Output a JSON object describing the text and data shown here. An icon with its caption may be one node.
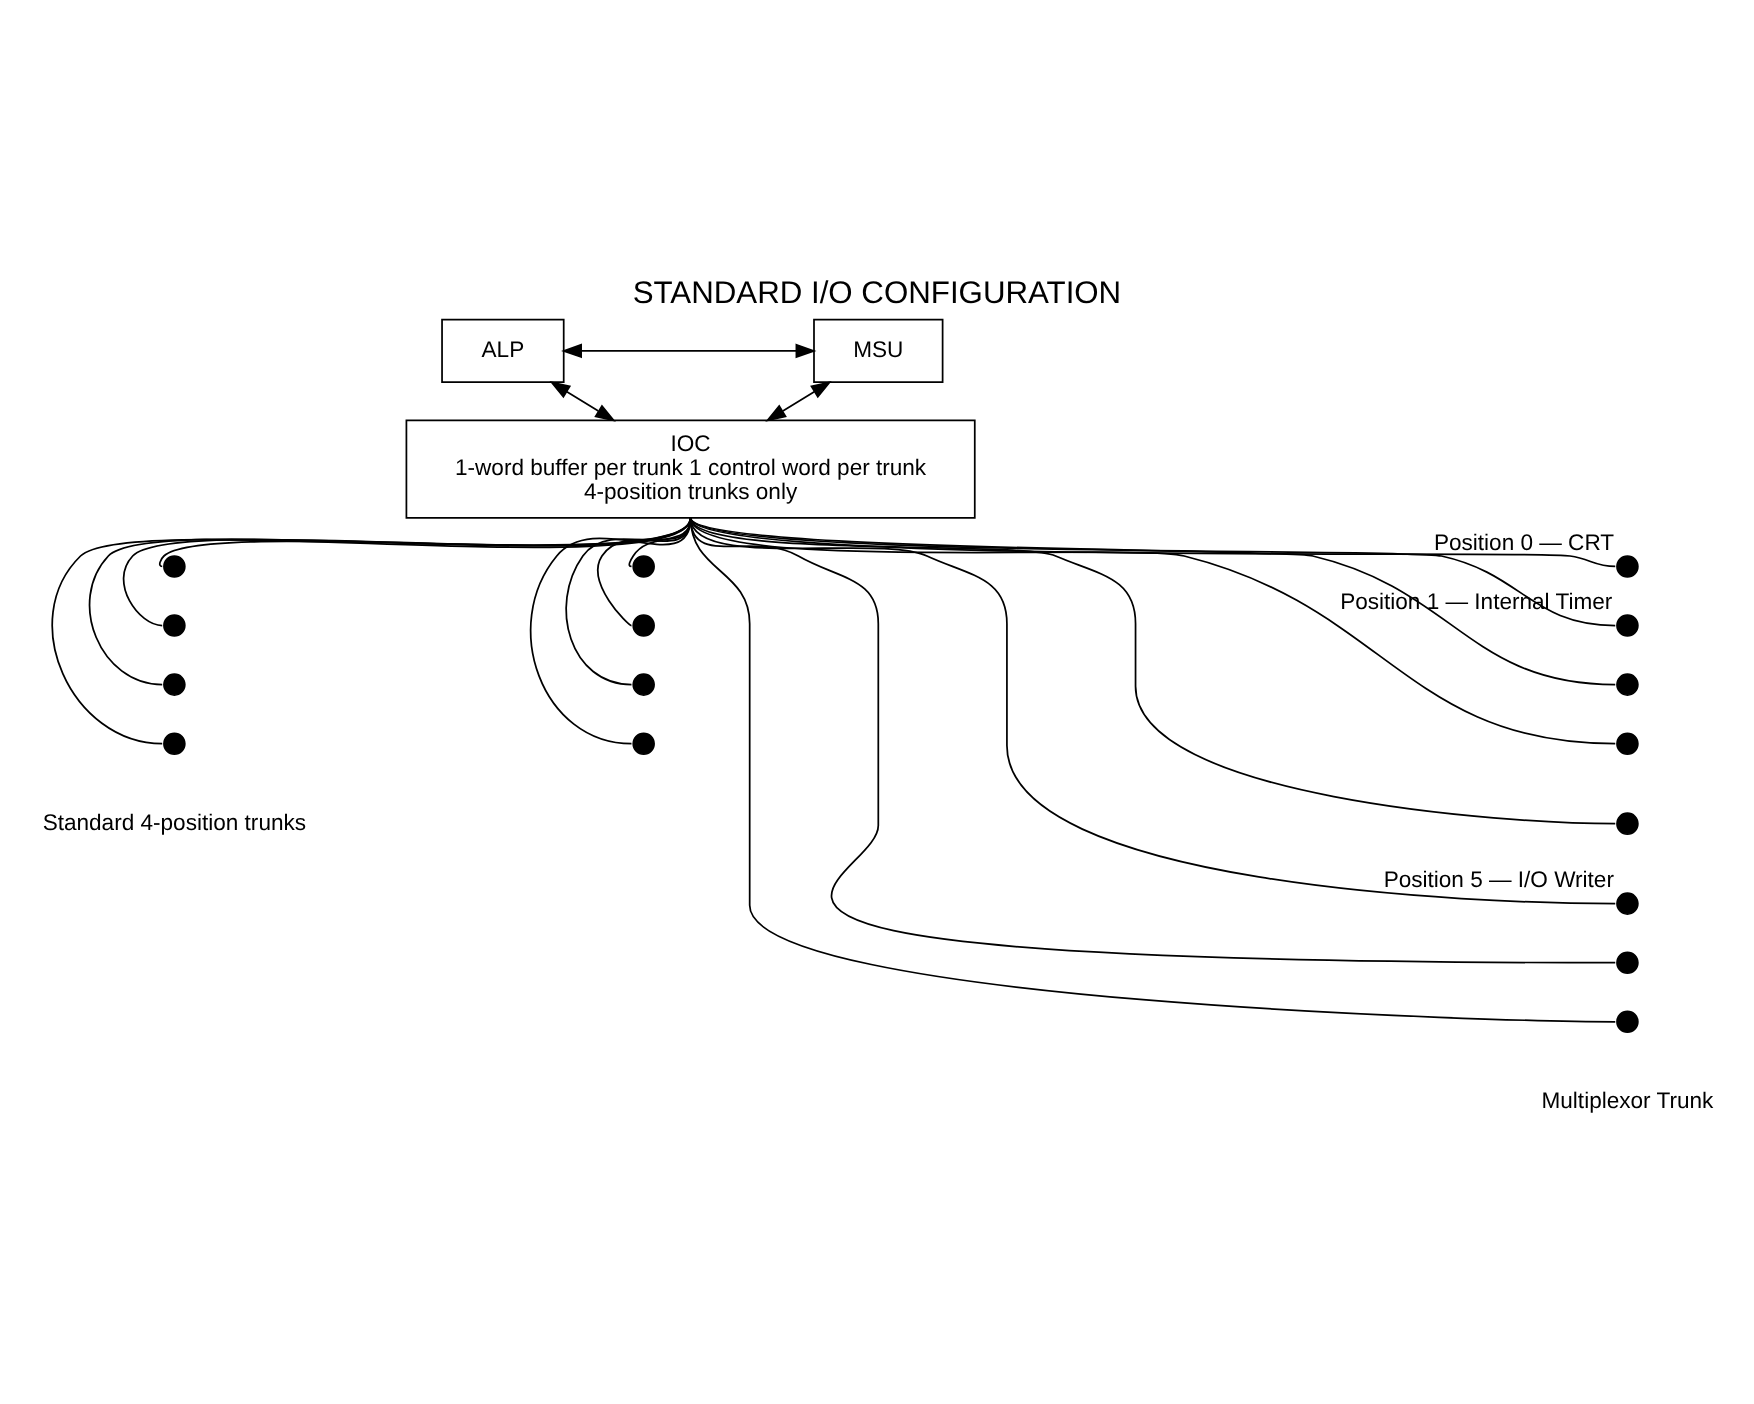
{
  "diagram": {
    "title": "STANDARD I/O CONFIGURATION",
    "nodes": [
      {
        "text": [
          "ALP"
        ]
      },
      {
        "text": [
          "MSU"
        ]
      },
      {
        "text": [
          "IOC",
          "1-word buffer per trunk 1 control word per trunk",
          "4-position trunks only"
        ]
      },
      {
        "text": [],
        "shape": "circle"
      },
      {
        "text": [],
        "shape": "circle"
      },
      {
        "text": [],
        "shape": "circle"
      },
      {
        "text": [],
        "shape": "circle"
      },
      {
        "text": [],
        "shape": "circle"
      },
      {
        "text": [],
        "shape": "circle"
      },
      {
        "text": [],
        "shape": "circle"
      },
      {
        "text": [],
        "shape": "circle"
      },
      {
        "text": [],
        "shape": "circle",
        "beside": [
          "Position 0 — CRT"
        ]
      },
      {
        "text": [],
        "shape": "circle",
        "beside": [
          "Position 1 — Internal Timer"
        ]
      },
      {
        "text": [],
        "shape": "circle"
      },
      {
        "text": [],
        "shape": "circle"
      },
      {
        "text": [],
        "shape": "circle"
      },
      {
        "text": [],
        "shape": "circle",
        "beside": [
          "Position 5 — I/O Writer"
        ]
      },
      {
        "text": [],
        "shape": "circle"
      },
      {
        "text": [],
        "shape": "circle"
      }
    ],
    "edges": [
      {
        "from": 0,
        "to": 1,
        "arrow": "both"
      },
      {
        "from": 0,
        "to": 2,
        "arrow": "both"
      },
      {
        "from": 1,
        "to": 2,
        "arrow": "both"
      },
      {
        "from": 2,
        "to": 3,
        "arrow": "none"
      },
      {
        "from": 2,
        "to": 4,
        "arrow": "none"
      },
      {
        "from": 2,
        "to": 5,
        "arrow": "none"
      },
      {
        "from": 2,
        "to": 6,
        "arrow": "none"
      },
      {
        "from": 2,
        "to": 7,
        "arrow": "none"
      },
      {
        "from": 2,
        "to": 8,
        "arrow": "none"
      },
      {
        "from": 2,
        "to": 9,
        "arrow": "none"
      },
      {
        "from": 2,
        "to": 10,
        "arrow": "none"
      },
      {
        "from": 2,
        "to": 11,
        "arrow": "none"
      },
      {
        "from": 2,
        "to": 12,
        "arrow": "none"
      },
      {
        "from": 2,
        "to": 13,
        "arrow": "none"
      },
      {
        "from": 2,
        "to": 14,
        "arrow": "none"
      },
      {
        "from": 2,
        "to": 15,
        "arrow": "none"
      },
      {
        "from": 2,
        "to": 16,
        "arrow": "none"
      },
      {
        "from": 2,
        "to": 17,
        "arrow": "none"
      },
      {
        "from": 2,
        "to": 18,
        "arrow": "none"
      }
    ],
    "labels": [
      "Standard 4-position trunks",
      "Multiplexor Trunk"
    ]
  }
}
